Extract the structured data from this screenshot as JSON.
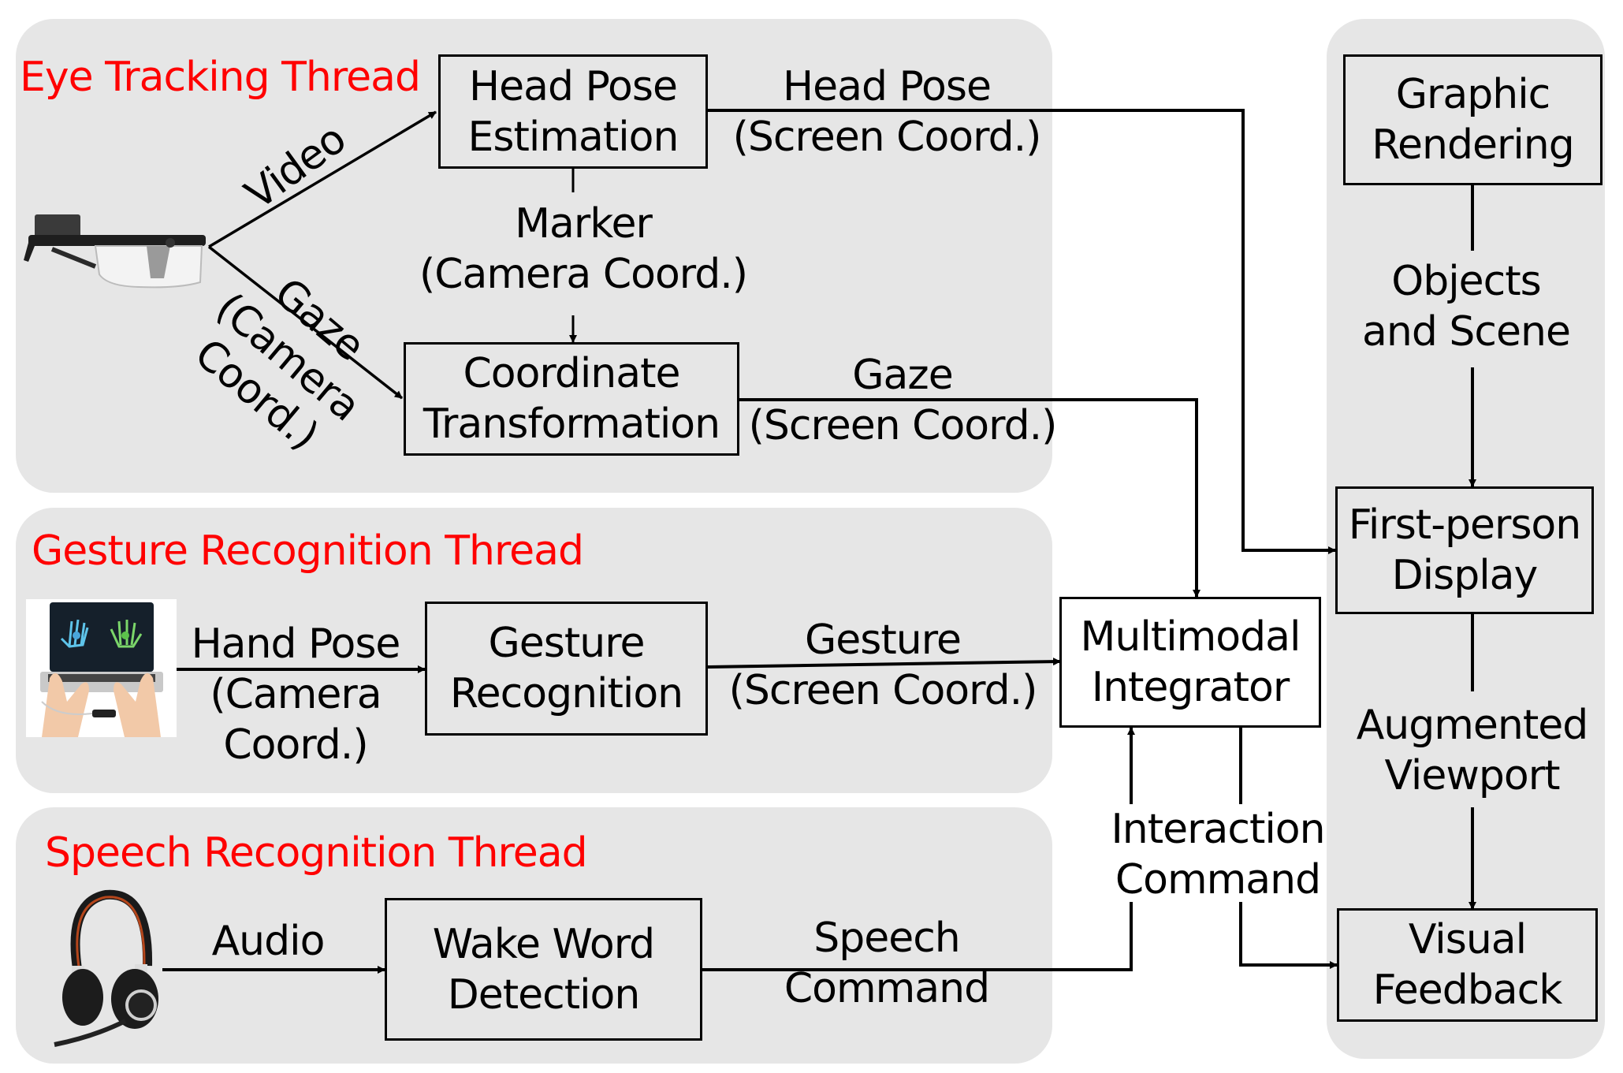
{
  "threads": {
    "eye_tracking": {
      "title": "Eye Tracking Thread"
    },
    "gesture": {
      "title": "Gesture Recognition Thread"
    },
    "speech": {
      "title": "Speech Recognition Thread"
    }
  },
  "boxes": {
    "head_pose_estimation": "Head Pose\nEstimation",
    "coordinate_transformation": "Coordinate\nTransformation",
    "gesture_recognition": "Gesture\nRecognition",
    "wake_word_detection": "Wake Word\nDetection",
    "multimodal_integrator": "Multimodal\nIntegrator",
    "graphic_rendering": "Graphic\nRendering",
    "first_person_display": "First-person\nDisplay",
    "visual_feedback": "Visual\nFeedback"
  },
  "edges": {
    "video": "Video",
    "gaze_camera": "Gaze\n(Camera\nCoord.)",
    "marker": "Marker\n(Camera Coord.)",
    "head_pose_screen": "Head  Pose\n(Screen Coord.)",
    "gaze_screen": "Gaze\n(Screen Coord.)",
    "hand_pose": "Hand Pose\n(Camera\nCoord.)",
    "gesture_screen": "Gesture\n(Screen Coord.)",
    "audio": "Audio",
    "speech_command": "Speech\nCommand",
    "interaction_command": "Interaction\nCommand",
    "objects_scene": "Objects\nand Scene",
    "augmented_viewport": "Augmented\nViewport"
  },
  "devices": {
    "eye_tracker": "eye-tracking-glasses",
    "hand_tracker": "laptop-with-hand-tracking",
    "headset": "headset-with-microphone"
  },
  "colors": {
    "thread_title": "#ff0000",
    "panel": "#e6e6e6",
    "line": "#000000"
  }
}
